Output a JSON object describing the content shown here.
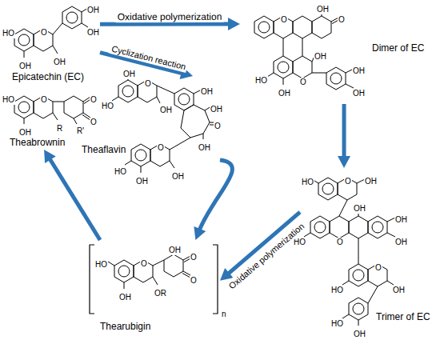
{
  "diagram": {
    "nodes": [
      {
        "text": [
          "Epicatechin (EC)"
        ]
      },
      {
        "text": [
          "Dimer of EC"
        ]
      },
      {
        "text": [
          "Theaflavin"
        ]
      },
      {
        "text": [
          "Trimer of EC"
        ]
      },
      {
        "text": [
          "Thearubigin"
        ]
      },
      {
        "text": [
          "Theabrownin"
        ]
      }
    ],
    "edges": [
      {
        "from": 0,
        "to": 1,
        "label": "Oxidative polymerization",
        "arrow": "to"
      },
      {
        "from": 0,
        "to": 2,
        "label": "Cyclization reaction",
        "arrow": "to"
      },
      {
        "from": 1,
        "to": 3,
        "arrow": "to"
      },
      {
        "from": 3,
        "to": 4,
        "label": "Oxidative polymerization",
        "arrow": "to"
      },
      {
        "from": 2,
        "to": 4,
        "arrow": "to"
      },
      {
        "from": 4,
        "to": 5,
        "arrow": "to"
      }
    ],
    "labels": [
      "O",
      "OH",
      "OH",
      "OH",
      "HO",
      "OH",
      "HO",
      "OH",
      "O",
      "OH",
      "O",
      "OH",
      "O",
      "OH",
      "OH",
      "O",
      "OH",
      "HO",
      "OH",
      "OH",
      "OH",
      "O",
      "OH",
      "O",
      "HO",
      "OH",
      "OH",
      "HO",
      "O",
      "OH",
      "R",
      "O",
      "O",
      "R'",
      "HO",
      "O",
      "OH",
      "OR",
      "OH",
      "O",
      "O",
      "n",
      "HO",
      "O",
      "OH",
      "HO",
      "O",
      "OH",
      "OH",
      "OH",
      "HO",
      "O",
      "OH",
      "OH",
      "HO"
    ]
  }
}
